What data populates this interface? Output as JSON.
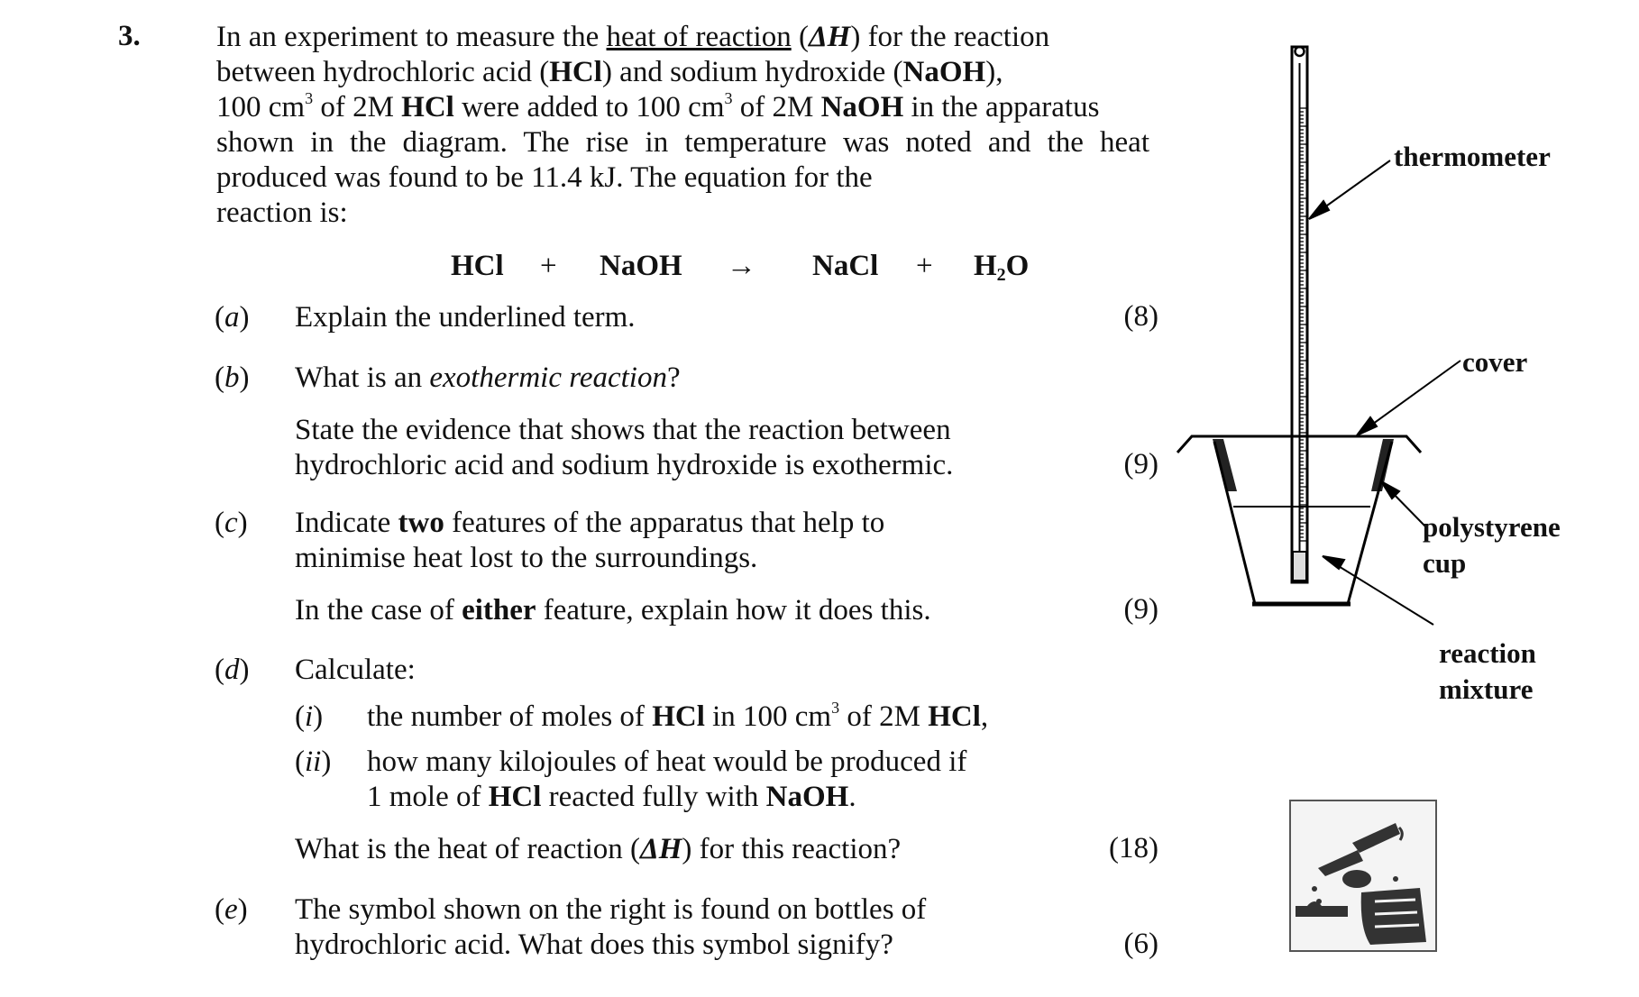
{
  "question_number": "3.",
  "intro": {
    "l1_a": "In an experiment to measure the ",
    "l1_term": "heat of reaction",
    "l1_b": " (",
    "l1_dh": "ΔH",
    "l1_c": ") for the reaction",
    "l2_a": "between hydrochloric acid (",
    "l2_hcl": "HCl",
    "l2_b": ") and sodium hydroxide (",
    "l2_naoh": "NaOH",
    "l2_c": "),",
    "l3_a": "100 cm",
    "l3_sup1": "3",
    "l3_b": " of 2M ",
    "l3_hcl": "HCl",
    "l3_c": " were added to 100 cm",
    "l3_sup2": "3",
    "l3_d": " of 2M ",
    "l3_naoh": "NaOH",
    "l3_e": " in the apparatus",
    "l4": "shown in the diagram.  The rise in temperature was noted and the heat",
    "l5": "produced was found to be 11.4 kJ.  The equation for the",
    "l6": "reaction is:"
  },
  "equation": {
    "hcl": "HCl",
    "plus1": "+",
    "naoh": "NaOH",
    "arrow": "→",
    "nacl": "NaCl",
    "plus2": "+",
    "h2o_h": "H",
    "h2o_sub": "2",
    "h2o_o": "O"
  },
  "parts": {
    "a": {
      "label": "a",
      "text": "Explain the underlined term.",
      "marks": "(8)"
    },
    "b": {
      "label": "b",
      "q_a": "What is an ",
      "q_em": "exothermic reaction",
      "q_b": "?",
      "s1": "State the evidence that shows that the reaction between",
      "s2": "hydrochloric acid and sodium hydroxide is exothermic.",
      "marks": "(9)"
    },
    "c": {
      "label": "c",
      "l1_a": "Indicate ",
      "l1_b": "two",
      "l1_c": " features of the apparatus that help to",
      "l2": "minimise heat lost to the surroundings.",
      "l3_a": "In the case of ",
      "l3_b": "either",
      "l3_c": " feature, explain how it does this.",
      "marks": "(9)"
    },
    "d": {
      "label": "d",
      "text": "Calculate:",
      "i_label": "i",
      "i_a": "the number of moles of ",
      "i_hcl": "HCl",
      "i_b": " in 100 cm",
      "i_sup": "3",
      "i_c": " of 2M ",
      "i_hcl2": "HCl",
      "i_d": ",",
      "ii_label": "ii",
      "ii_l1": "how many kilojoules of heat would be produced if",
      "ii_l2_a": "1 mole of ",
      "ii_l2_hcl": "HCl",
      "ii_l2_b": " reacted fully with ",
      "ii_l2_naoh": "NaOH",
      "ii_l2_c": ".",
      "q_a": "What is the heat of reaction (",
      "q_dh": "ΔH",
      "q_b": ") for this reaction?",
      "marks": "(18)"
    },
    "e": {
      "label": "e",
      "l1": "The symbol shown on the right is found on bottles of",
      "l2": "hydrochloric acid.  What does this symbol signify?",
      "marks": "(6)"
    }
  },
  "diagram": {
    "thermometer": "thermometer",
    "cover": "cover",
    "polystyrene": "polystyrene",
    "cup": "cup",
    "reaction": "reaction",
    "mixture": "mixture"
  },
  "hazard_symbol": {
    "icon": "corrosive-hazard-icon"
  }
}
